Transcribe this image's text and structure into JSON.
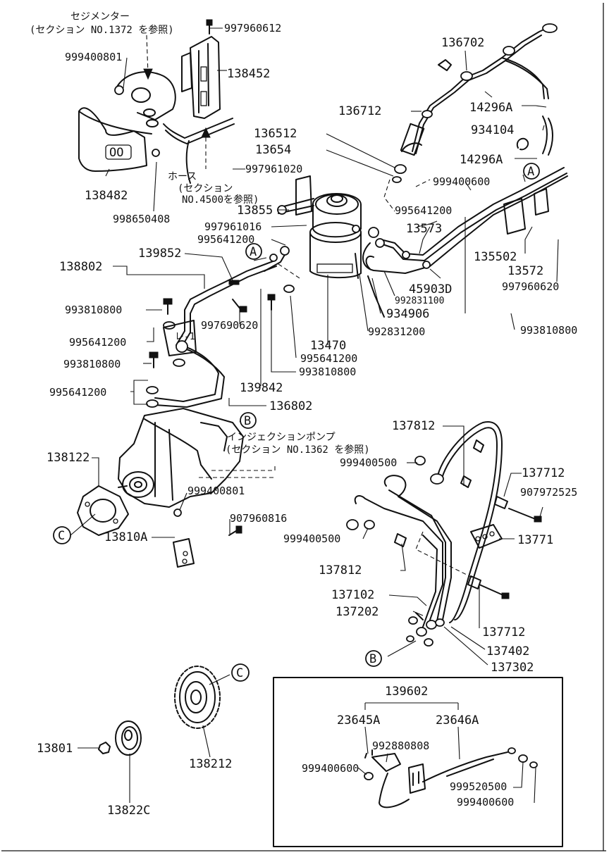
{
  "labels": {
    "l_997960612": "997960612",
    "l_999400801a": "999400801",
    "l_138452": "138452",
    "l_138482": "138482",
    "l_998650408": "998650408",
    "l_136702": "136702",
    "l_136712": "136712",
    "l_14296A_1": "14296A",
    "l_934104": "934104",
    "l_14296A_2": "14296A",
    "l_136512": "136512",
    "l_13654": "13654",
    "l_997961020": "997961020",
    "l_999400600a": "999400600",
    "l_995641200a": "995641200",
    "l_13855": "13855",
    "l_997961016": "997961016",
    "l_995641200b": "995641200",
    "l_13573": "13573",
    "l_135502": "135502",
    "l_13572": "13572",
    "l_45903D": "45903D",
    "l_992831100": "992831100",
    "l_997960620": "997960620",
    "l_138802": "138802",
    "l_139852": "139852",
    "l_993810800a": "993810800",
    "l_997690620": "997690620",
    "l_934906": "934906",
    "l_992831200": "992831200",
    "l_993810800b": "993810800",
    "l_995641200c": "995641200",
    "l_13470": "13470",
    "l_993810800c": "993810800",
    "l_995641200d": "995641200",
    "l_993810800d": "993810800",
    "l_139842": "139842",
    "l_995641200e": "995641200",
    "l_136802": "136802",
    "l_137812a": "137812",
    "l_138122": "138122",
    "l_999400500a": "999400500",
    "l_137712a": "137712",
    "l_907972525": "907972525",
    "l_999400801b": "999400801",
    "l_907960816": "907960816",
    "l_13810A": "13810A",
    "l_999400500b": "999400500",
    "l_13771": "13771",
    "l_137812b": "137812",
    "l_137102": "137102",
    "l_137202": "137202",
    "l_137712b": "137712",
    "l_137402": "137402",
    "l_137302": "137302",
    "l_139602": "139602",
    "l_23645A": "23645A",
    "l_23646A": "23646A",
    "l_992880808": "992880808",
    "l_999400600b": "999400600",
    "l_999520500": "999520500",
    "l_999400600c": "999400600",
    "l_13801": "13801",
    "l_138212": "138212",
    "l_13822C": "13822C"
  },
  "notes": {
    "sedimenter_1": "セジメンター",
    "sedimenter_2": "(セクション NO.1372 を参照)",
    "hose_1": "ホース",
    "hose_2": "(セクション",
    "hose_3": "NO.4500を参照)",
    "pump_1": "インジェクションポンプ",
    "pump_2": "(セクション NO.1362 を参照)"
  },
  "markers": {
    "A": "A",
    "B": "B",
    "C": "C"
  }
}
